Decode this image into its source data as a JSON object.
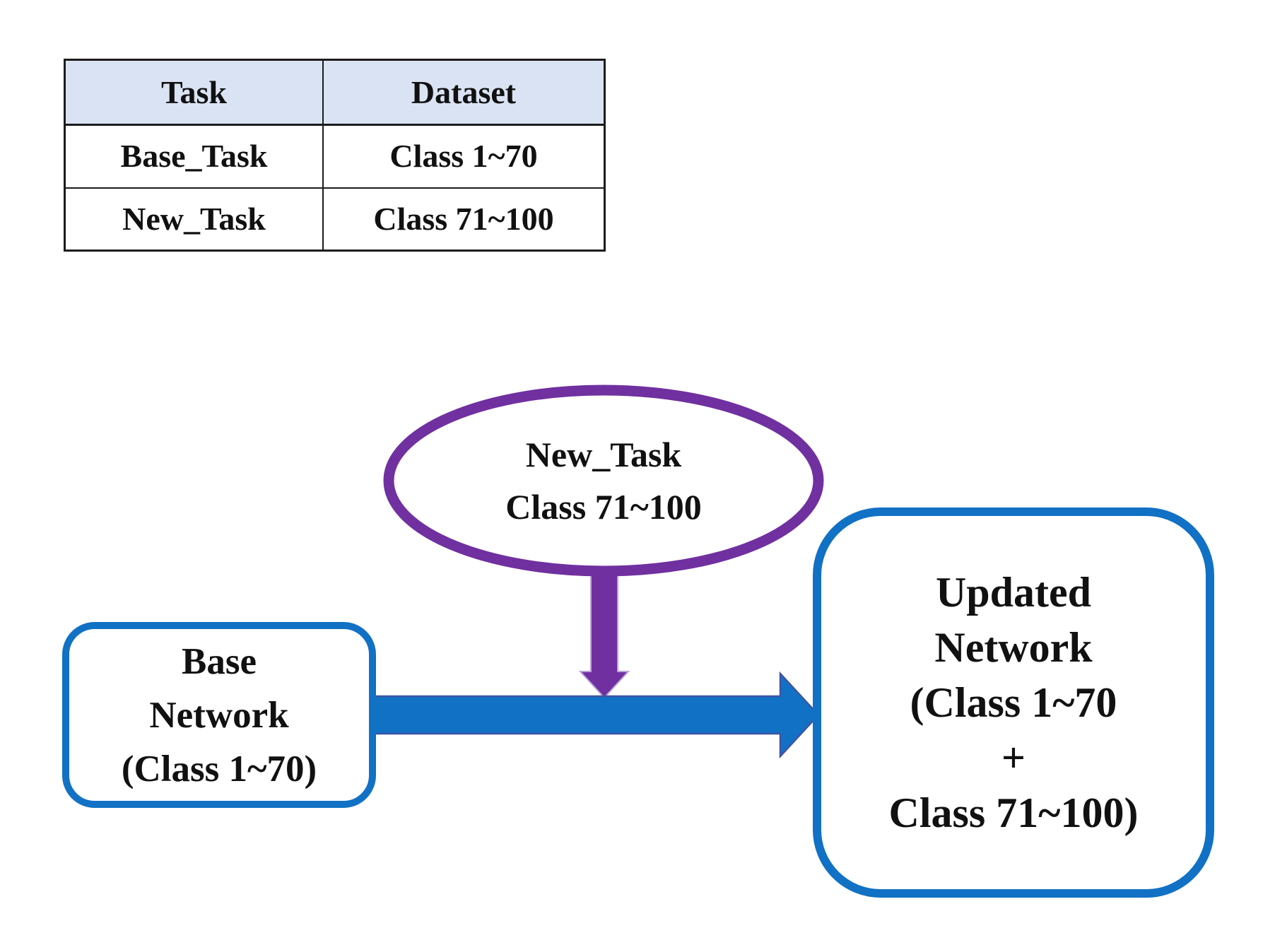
{
  "table": {
    "headers": [
      "Task",
      "Dataset"
    ],
    "rows": [
      [
        "Base_Task",
        "Class 1~70"
      ],
      [
        "New_Task",
        "Class 71~100"
      ]
    ]
  },
  "diagram": {
    "new_task_ellipse": {
      "line1": "New_Task",
      "line2": "Class 71~100"
    },
    "base_network_box": {
      "line1": "Base",
      "line2": "Network",
      "line3": "(Class 1~70)"
    },
    "updated_network_box": {
      "line1": "Updated",
      "line2": "Network",
      "line3": "(Class 1~70",
      "line4": "+",
      "line5": "Class 71~100)"
    },
    "colors": {
      "purple": "#7030A0",
      "purple_light": "#BBA3D8",
      "blue": "#1171C4",
      "blue_dark": "#3C55A5",
      "header_bg": "#DAE3F3"
    }
  }
}
